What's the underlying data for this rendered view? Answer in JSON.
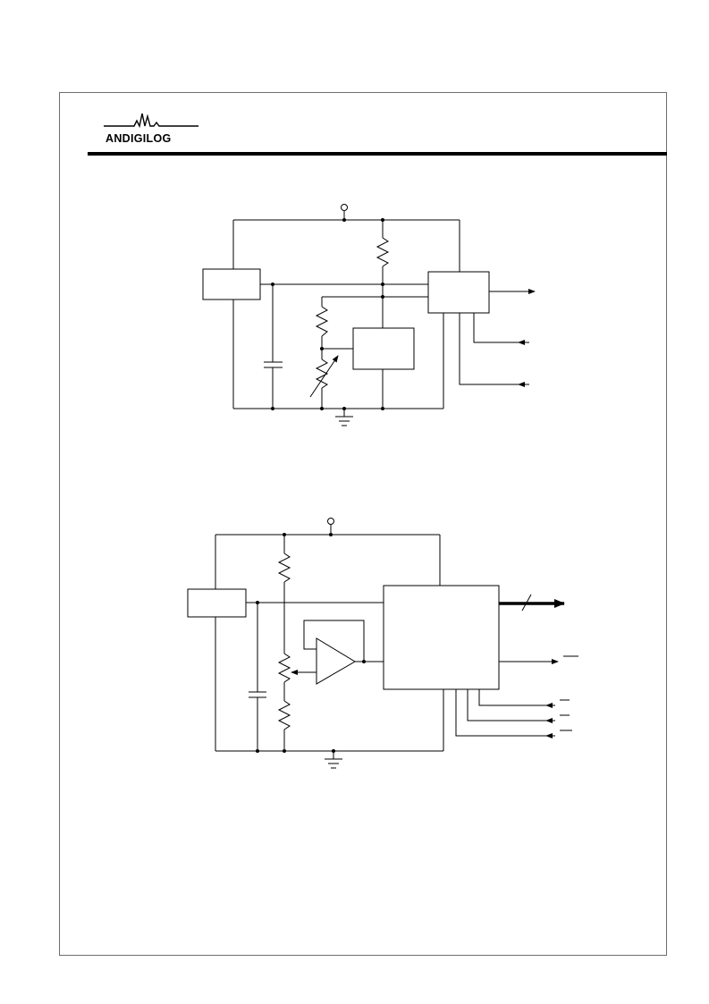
{
  "header": {
    "logo_text": "ANDIGILOG",
    "logo_icon": "waveform-logo-icon"
  },
  "diagrams": [
    {
      "id": "circuit-1",
      "components": [
        "power-supply-terminal",
        "ic-block-left",
        "resistor",
        "potentiometer-variable-resistor",
        "capacitor",
        "ic-block-center",
        "ic-block-right",
        "ground-symbol",
        "output-arrow",
        "input-arrow",
        "input-arrow"
      ]
    },
    {
      "id": "circuit-2",
      "components": [
        "power-supply-terminal",
        "ic-block-left",
        "resistor",
        "potentiometer",
        "resistor",
        "op-amp-buffer",
        "capacitor",
        "ic-block-large",
        "bus-output-arrow",
        "output-arrow",
        "input-arrow",
        "input-arrow",
        "input-arrow",
        "ground-symbol"
      ]
    }
  ]
}
